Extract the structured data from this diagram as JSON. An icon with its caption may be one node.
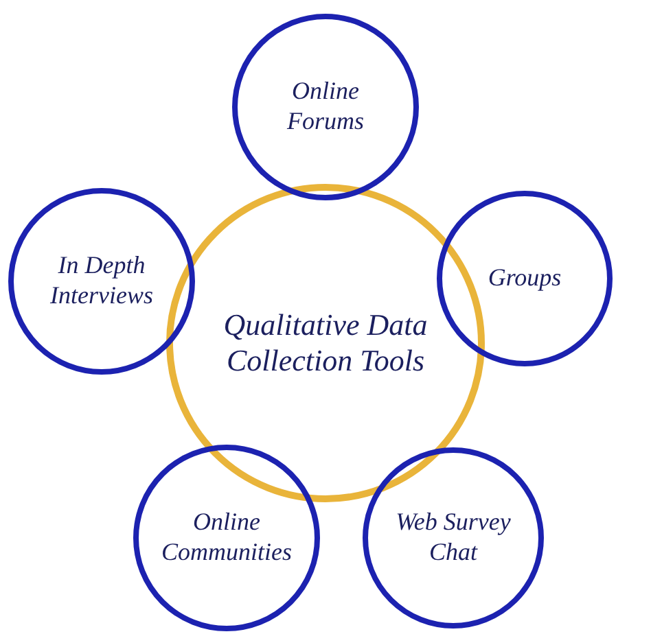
{
  "diagram": {
    "nodes": [
      {
        "text": [
          "Online Forums"
        ]
      },
      {
        "text": [
          "In Depth Interviews"
        ]
      },
      {
        "text": [
          "Groups"
        ]
      },
      {
        "text": [
          "Qualitative Data Collection Tools"
        ]
      },
      {
        "text": [
          "Online Communities"
        ]
      },
      {
        "text": [
          "Web Survey Chat"
        ]
      }
    ],
    "edges": []
  }
}
